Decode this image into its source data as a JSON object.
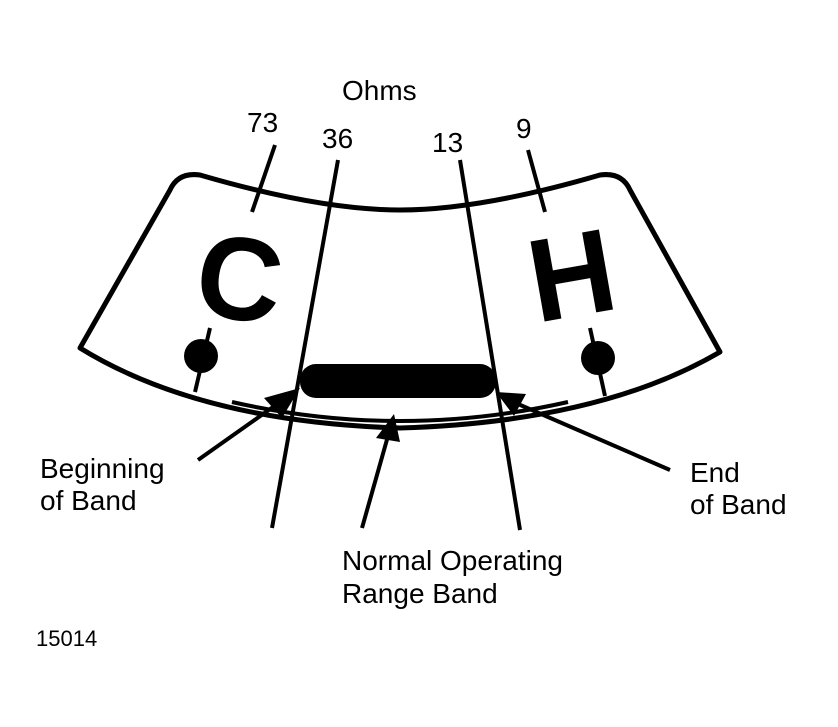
{
  "gauge": {
    "unit_label": "Ohms",
    "marks": [
      {
        "id": "73",
        "label": "73"
      },
      {
        "id": "36",
        "label": "36"
      },
      {
        "id": "13",
        "label": "13"
      },
      {
        "id": "9",
        "label": "9"
      }
    ],
    "cold_letter": "C",
    "hot_letter": "H"
  },
  "callouts": {
    "beginning_line1": "Beginning",
    "beginning_line2": "of Band",
    "end_line1": "End",
    "end_line2": "of Band",
    "normal_line1": "Normal Operating",
    "normal_line2": "Range Band"
  },
  "figure_number": "15014"
}
